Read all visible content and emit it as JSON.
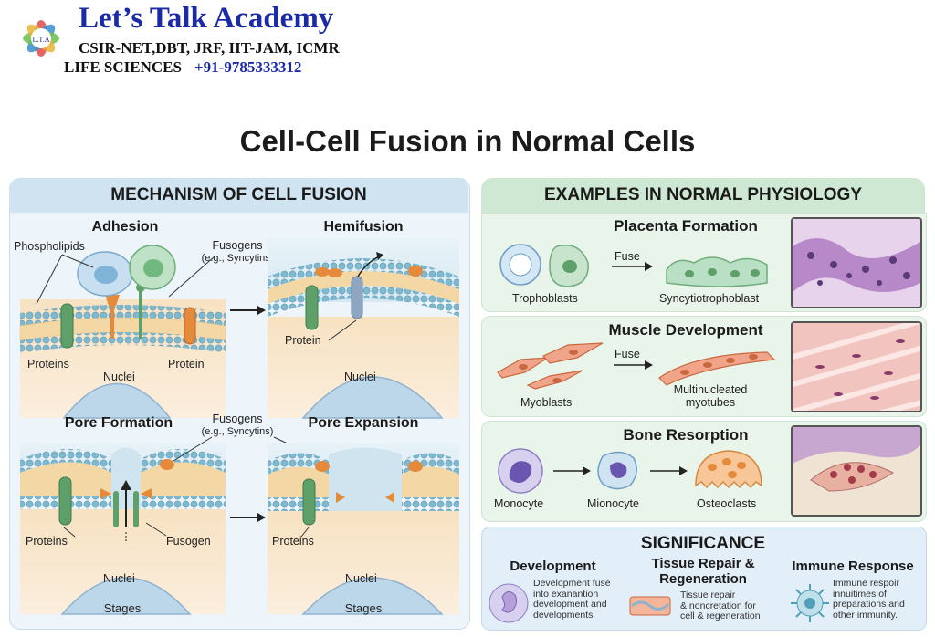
{
  "header": {
    "brand": "Let’s Talk Academy",
    "exams": "CSIR-NET,DBT, JRF, IIT-JAM, ICMR",
    "subject": "LIFE SCIENCES",
    "phone": "+91-9785333312",
    "logo_text": "L.T.A"
  },
  "title": "Cell-Cell Fusion in Normal Cells",
  "mechanism": {
    "heading": "MECHANISM OF CELL FUSION",
    "stages": {
      "adhesion": "Adhesion",
      "hemifusion": "Hemifusion",
      "pore_formation": "Pore Formation",
      "pore_expansion": "Pore Expansion"
    },
    "labels": {
      "phospholipids": "Phospholipids",
      "fusogens": "Fusogens",
      "fusogens_eg": "(e.g., Syncytins)",
      "proteins": "Proteins",
      "protein": "Protein",
      "nuclei": "Nuclei",
      "fusogen": "Fusogen",
      "stages": "Stages"
    }
  },
  "examples": {
    "heading": "EXAMPLES IN NORMAL PHYSIOLOGY",
    "placenta": {
      "title": "Placenta Formation",
      "fuse": "Fuse",
      "left": "Trophoblasts",
      "right": "Syncytiotrophoblast"
    },
    "muscle": {
      "title": "Muscle Development",
      "fuse": "Fuse",
      "left": "Myoblasts",
      "right_line1": "Multinucleated",
      "right_line2": "myotubes"
    },
    "bone": {
      "title": "Bone Resorption",
      "cell1": "Monocyte",
      "cell2": "Mionocyte",
      "cell3": "Osteoclasts"
    }
  },
  "significance": {
    "heading": "SIGNIFICANCE",
    "items": [
      {
        "title": "Development",
        "text": [
          "Development fuse",
          "into exanantion",
          "development and",
          "developments"
        ]
      },
      {
        "title_line1": "Tissue Repair &",
        "title_line2": "Regeneration",
        "text": [
          "Tissue repair",
          "& noncretation for",
          "cell & regeneration"
        ]
      },
      {
        "title": "Immune Response",
        "text": [
          "Immune respoir",
          "innuitimes of",
          "preparations and",
          "other immunity."
        ]
      }
    ]
  },
  "colors": {
    "brand_blue": "#1b2aa8",
    "left_panel": "#eef5fa",
    "right_panel": "#e9f4ea",
    "membrane_head": "#7fb9cf",
    "protein_green": "#5fa06a",
    "protein_orange": "#e58a3a",
    "nucleus": "#bcd6ea"
  }
}
